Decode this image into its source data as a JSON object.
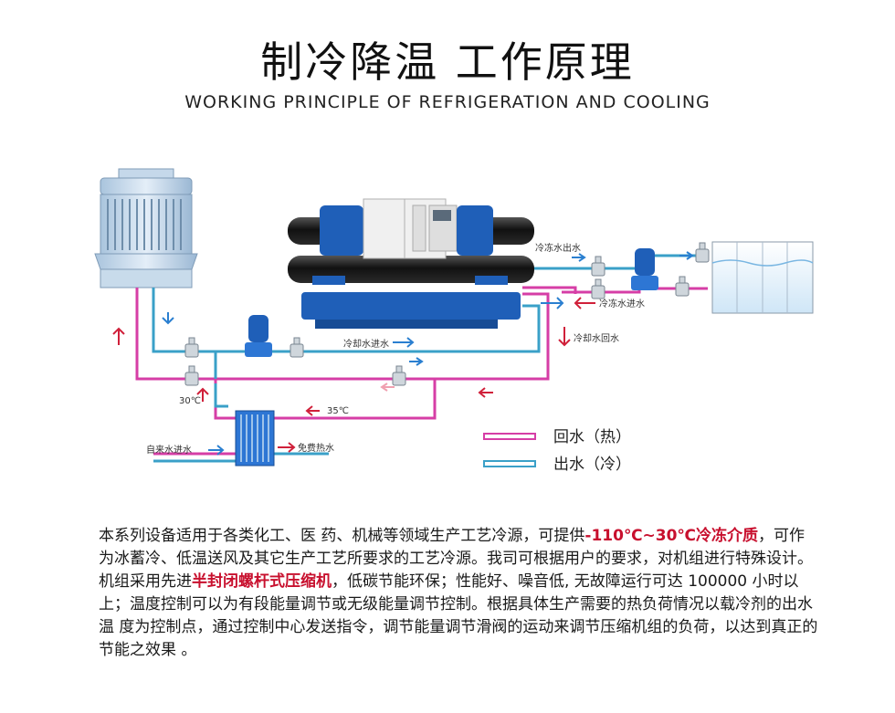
{
  "header": {
    "title": "制冷降温 工作原理",
    "subtitle": "WORKING PRINCIPLE OF REFRIGERATION AND COOLING"
  },
  "diagram": {
    "labels": {
      "chilled_water_out": "冷冻水出水",
      "chilled_water_in": "冷冻水进水",
      "cooling_water_in": "冷却水进水",
      "cooling_water_return": "冷却水回水",
      "temp_30": "30℃",
      "temp_35": "35℃",
      "tap_water_in": "自来水进水",
      "free_hot_water": "免费热水"
    },
    "legend": {
      "return_hot": "回水（热）",
      "supply_cold": "出水（冷）"
    },
    "colors": {
      "hot_pipe": "#d63ea6",
      "cold_pipe": "#3aa0c8",
      "machine_blue": "#1f5fb8",
      "arrow_red": "#d0203a",
      "arrow_blue": "#2a7fd0"
    }
  },
  "description": {
    "p1": "本系列设备适用于各类化工、医 药、机械等领域生产工艺冷源，可提供",
    "h1": "-110℃~30℃冷冻介质",
    "p2": "，可作为冰蓄冷、低温送风及其它生产工艺所要求的工艺冷源。我司可根据用户的要求，对机组进行特殊设计。机组采用先进",
    "h2": "半封闭螺杆式压缩机",
    "p3": "，低碳节能环保；性能好、噪音低, 无故障运行可达 100000 小时以上；温度控制可以为有段能量调节或无级能量调节控制。根据具体生产需要的热负荷情况以载冷剂的出水温 度为控制点，通过控制中心发送指令，调节能量调节滑阀的运动来调节压缩机组的负荷，以达到真正的节能之效果 。"
  }
}
